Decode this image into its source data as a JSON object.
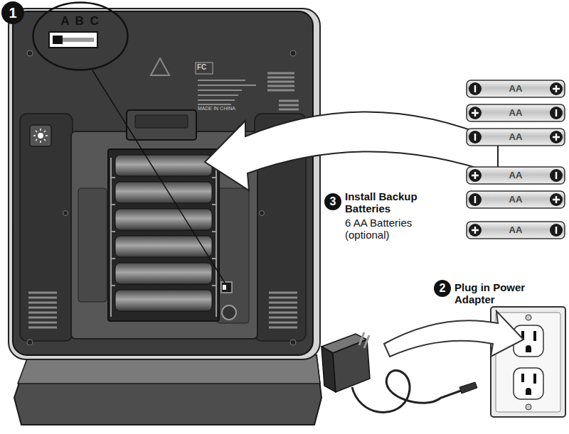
{
  "diagram": {
    "nodes": [
      {
        "text": [
          "1"
        ]
      },
      {
        "text": [
          "A B C"
        ]
      },
      {
        "text": [
          "AA"
        ]
      },
      {
        "text": [
          "AA"
        ]
      },
      {
        "text": [
          "AA"
        ]
      },
      {
        "text": [
          "AA"
        ]
      },
      {
        "text": [
          "AA"
        ]
      },
      {
        "text": [
          "AA"
        ]
      },
      {
        "text": [
          "3",
          "Install Backup Batteries",
          "6 AA Batteries (optional)"
        ]
      },
      {
        "text": [
          "2",
          "Plug in Power Adapter"
        ]
      }
    ],
    "labels": [
      "FC",
      "MADE IN CHINA"
    ]
  }
}
